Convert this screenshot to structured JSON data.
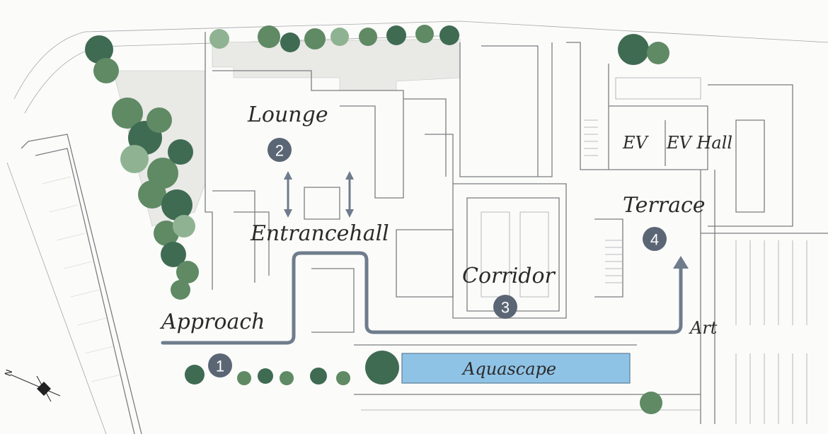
{
  "rooms": {
    "lounge": "Lounge",
    "entrancehall": "Entrancehall",
    "approach": "Approach",
    "corridor": "Corridor",
    "terrace": "Terrace",
    "ev": "EV",
    "ev_hall": "EV Hall",
    "art": "Art",
    "aquascape": "Aquascape"
  },
  "markers": {
    "approach": "1",
    "lounge": "2",
    "corridor": "3",
    "terrace": "4"
  },
  "compass": {
    "north_label": "N"
  },
  "colors": {
    "route": "#6f7c8c",
    "marker": "#5b6675",
    "water": "#8fc3e6",
    "foliage": "#5f8a64"
  }
}
